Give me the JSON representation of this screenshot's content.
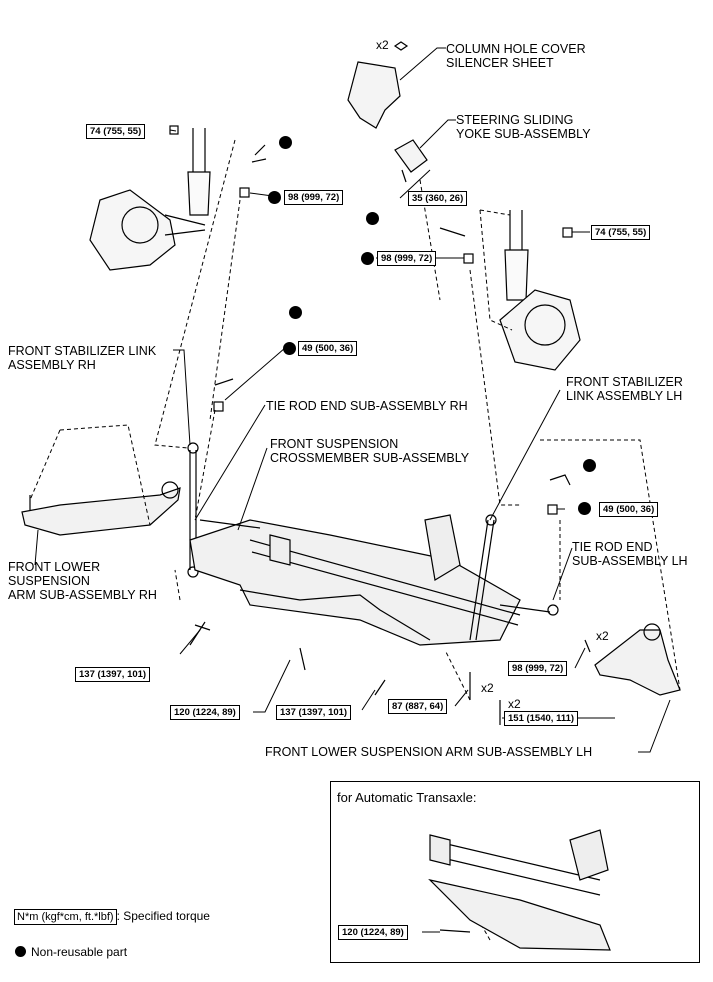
{
  "labels": {
    "column_hole_cover": [
      "COLUMN HOLE COVER",
      "SILENCER SHEET"
    ],
    "steering_sliding_yoke": [
      "STEERING SLIDING",
      "YOKE SUB-ASSEMBLY"
    ],
    "front_stab_link_rh": [
      "FRONT STABILIZER LINK",
      "ASSEMBLY RH"
    ],
    "tie_rod_end_rh": [
      "TIE ROD END SUB-ASSEMBLY RH"
    ],
    "front_susp_crossmember": [
      "FRONT SUSPENSION",
      "CROSSMEMBER SUB-ASSEMBLY"
    ],
    "front_stab_link_lh": [
      "FRONT STABILIZER",
      "LINK ASSEMBLY LH"
    ],
    "front_lower_arm_rh": [
      "FRONT LOWER",
      "SUSPENSION",
      "ARM SUB-ASSEMBLY RH"
    ],
    "tie_rod_end_lh": [
      "TIE ROD END",
      "SUB-ASSEMBLY LH"
    ],
    "front_lower_arm_lh": [
      "FRONT LOWER SUSPENSION ARM SUB-ASSEMBLY LH"
    ]
  },
  "torques": {
    "t1": "74 (755, 55)",
    "t2": "98 (999, 72)",
    "t3": "35 (360, 26)",
    "t4": "74 (755, 55)",
    "t5": "98 (999, 72)",
    "t6": "49 (500, 36)",
    "t7": "49 (500, 36)",
    "t8": "98 (999, 72)",
    "t9": "137 (1397, 101)",
    "t10": "120 (1224, 89)",
    "t11": "137 (1397, 101)",
    "t12": "87 (887, 64)",
    "t13": "151 (1540, 111)",
    "t14": "120 (1224, 89)"
  },
  "counts": {
    "c1": "x2",
    "c2": "x2",
    "c3": "x2",
    "c4": "x2"
  },
  "panel": {
    "title": "for Automatic Transaxle:"
  },
  "legend": {
    "torque_box": "N*m (kgf*cm, ft.*lbf)",
    "torque_text": ": Specified torque",
    "nonreusable_text": "Non-reusable part"
  }
}
